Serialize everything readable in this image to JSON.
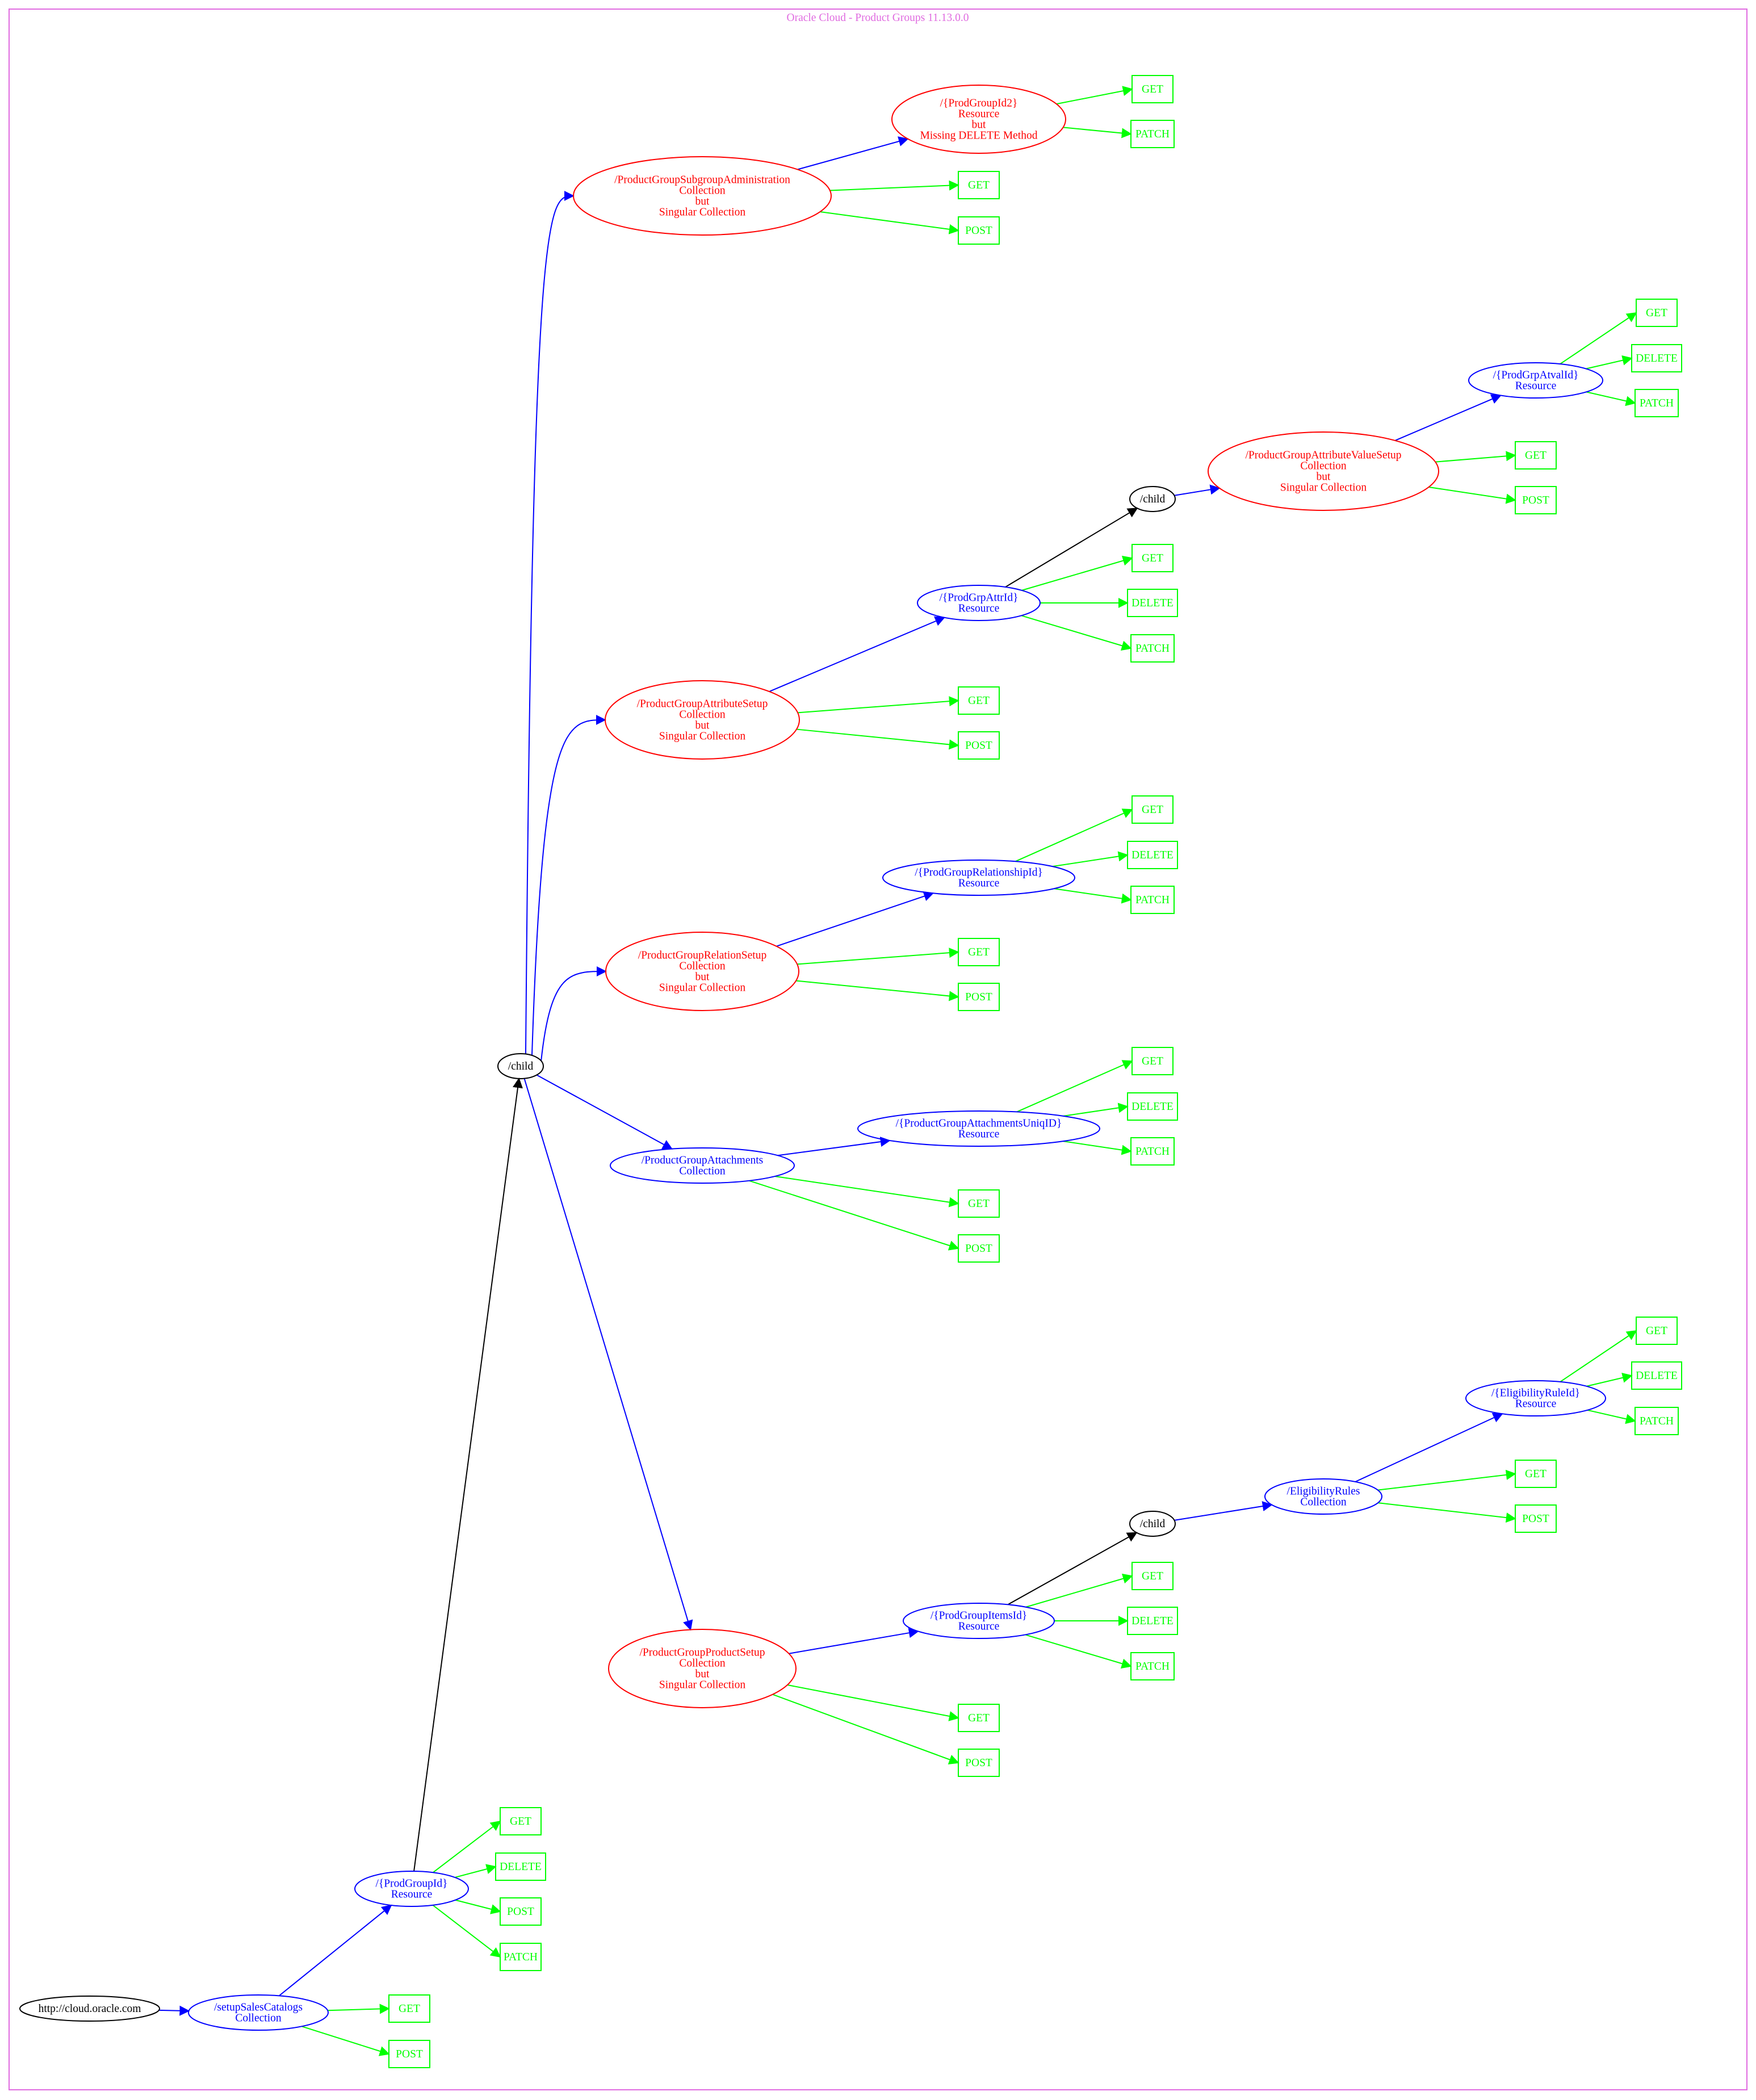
{
  "diagram": {
    "title": "Oracle Cloud - Product Groups 11.13.0.0",
    "colors": {
      "frame": "#e06be0",
      "plain": "#000000",
      "ok": "#0000ff",
      "warning": "#ff0000",
      "method": "#00ff00"
    },
    "nodes": {
      "root": {
        "lines": [
          "http://cloud.oracle.com"
        ],
        "style": "black"
      },
      "salesCatalogs": {
        "lines": [
          "/setupSalesCatalogs",
          "Collection"
        ],
        "style": "blue"
      },
      "prodGroupId": {
        "lines": [
          "/{ProdGroupId}",
          "Resource"
        ],
        "style": "blue"
      },
      "child1": {
        "lines": [
          "/child"
        ],
        "style": "black"
      },
      "subgroupAdmin": {
        "lines": [
          "/ProductGroupSubgroupAdministration",
          "Collection",
          "but",
          "Singular Collection"
        ],
        "style": "red"
      },
      "prodGroupId2": {
        "lines": [
          "/{ProdGroupId2}",
          "Resource",
          "but",
          "Missing DELETE Method"
        ],
        "style": "red"
      },
      "attributeSetup": {
        "lines": [
          "/ProductGroupAttributeSetup",
          "Collection",
          "but",
          "Singular Collection"
        ],
        "style": "red"
      },
      "prodGrpAttrId": {
        "lines": [
          "/{ProdGrpAttrId}",
          "Resource"
        ],
        "style": "blue"
      },
      "child2": {
        "lines": [
          "/child"
        ],
        "style": "black"
      },
      "attrValueSetup": {
        "lines": [
          "/ProductGroupAttributeValueSetup",
          "Collection",
          "but",
          "Singular Collection"
        ],
        "style": "red"
      },
      "prodGrpAtvalId": {
        "lines": [
          "/{ProdGrpAtvalId}",
          "Resource"
        ],
        "style": "blue"
      },
      "relationSetup": {
        "lines": [
          "/ProductGroupRelationSetup",
          "Collection",
          "but",
          "Singular Collection"
        ],
        "style": "red"
      },
      "relationshipId": {
        "lines": [
          "/{ProdGroupRelationshipId}",
          "Resource"
        ],
        "style": "blue"
      },
      "attachments": {
        "lines": [
          "/ProductGroupAttachments",
          "Collection"
        ],
        "style": "blue"
      },
      "attachmentsUniqId": {
        "lines": [
          "/{ProductGroupAttachmentsUniqID}",
          "Resource"
        ],
        "style": "blue"
      },
      "productSetup": {
        "lines": [
          "/ProductGroupProductSetup",
          "Collection",
          "but",
          "Singular Collection"
        ],
        "style": "red"
      },
      "prodGroupItemsId": {
        "lines": [
          "/{ProdGroupItemsId}",
          "Resource"
        ],
        "style": "blue"
      },
      "child3": {
        "lines": [
          "/child"
        ],
        "style": "black"
      },
      "eligibilityRules": {
        "lines": [
          "/EligibilityRules",
          "Collection"
        ],
        "style": "blue"
      },
      "eligibilityRuleId": {
        "lines": [
          "/{EligibilityRuleId}",
          "Resource"
        ],
        "style": "blue"
      }
    },
    "methods": {
      "sc": [
        "GET",
        "POST"
      ],
      "pgi": [
        "GET",
        "DELETE",
        "POST",
        "PATCH"
      ],
      "sga": [
        "GET",
        "POST"
      ],
      "pgi2": [
        "GET",
        "PATCH"
      ],
      "as": [
        "GET",
        "POST"
      ],
      "pgai": [
        "GET",
        "DELETE",
        "PATCH"
      ],
      "avs": [
        "GET",
        "POST"
      ],
      "pgavi": [
        "GET",
        "DELETE",
        "PATCH"
      ],
      "rs": [
        "GET",
        "POST"
      ],
      "rid": [
        "GET",
        "DELETE",
        "PATCH"
      ],
      "att": [
        "GET",
        "POST"
      ],
      "attid": [
        "GET",
        "DELETE",
        "PATCH"
      ],
      "ps": [
        "GET",
        "POST"
      ],
      "pii": [
        "GET",
        "DELETE",
        "PATCH"
      ],
      "er": [
        "GET",
        "POST"
      ],
      "erid": [
        "GET",
        "DELETE",
        "PATCH"
      ]
    }
  }
}
